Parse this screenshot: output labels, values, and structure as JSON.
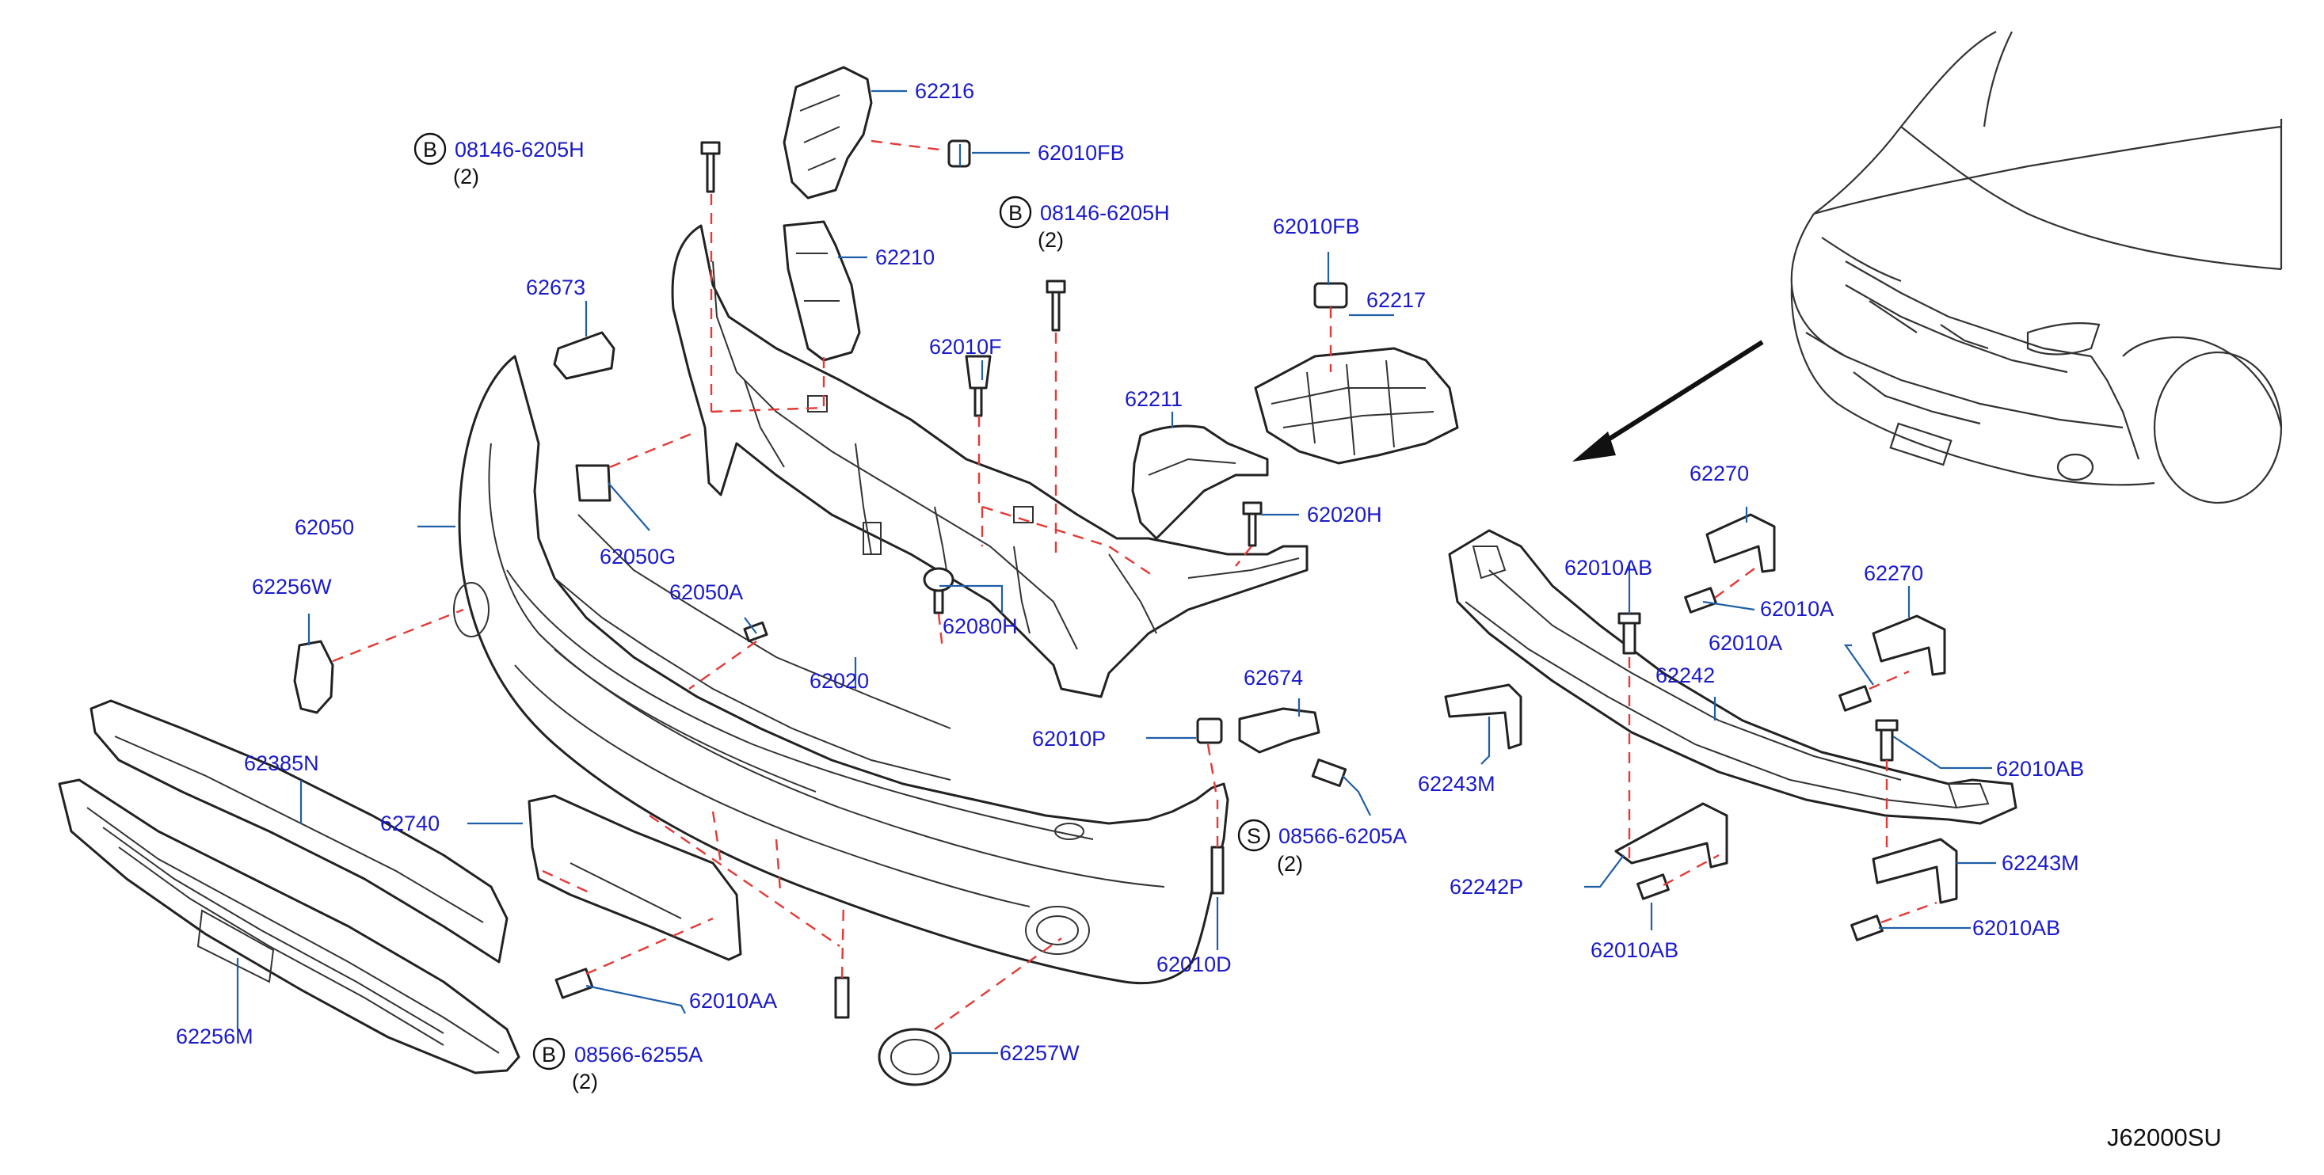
{
  "figure_id": "J62000SU",
  "callouts": [
    {
      "id": "c62216",
      "text": "62216"
    },
    {
      "id": "c62010FB_top",
      "text": "62010FB"
    },
    {
      "id": "c62210",
      "text": "62210"
    },
    {
      "id": "c62673",
      "text": "62673"
    },
    {
      "id": "c62010F",
      "text": "62010F"
    },
    {
      "id": "c62211",
      "text": "62211"
    },
    {
      "id": "c62010FB_right",
      "text": "62010FB"
    },
    {
      "id": "c62217",
      "text": "62217"
    },
    {
      "id": "c62020H",
      "text": "62020H"
    },
    {
      "id": "c62050",
      "text": "62050"
    },
    {
      "id": "c62050G",
      "text": "62050G"
    },
    {
      "id": "c62256W",
      "text": "62256W"
    },
    {
      "id": "c62050A",
      "text": "62050A"
    },
    {
      "id": "c62080H",
      "text": "62080H"
    },
    {
      "id": "c62020",
      "text": "62020"
    },
    {
      "id": "c62674",
      "text": "62674"
    },
    {
      "id": "c62010P",
      "text": "62010P"
    },
    {
      "id": "c62385N",
      "text": "62385N"
    },
    {
      "id": "c62740",
      "text": "62740"
    },
    {
      "id": "c62010D",
      "text": "62010D"
    },
    {
      "id": "c62010AA",
      "text": "62010AA"
    },
    {
      "id": "c62256M",
      "text": "62256M"
    },
    {
      "id": "c62257W",
      "text": "62257W"
    },
    {
      "id": "c62270_a",
      "text": "62270"
    },
    {
      "id": "c62010AB_a",
      "text": "62010AB"
    },
    {
      "id": "c62010A_a",
      "text": "62010A"
    },
    {
      "id": "c62270_b",
      "text": "62270"
    },
    {
      "id": "c62010A_b",
      "text": "62010A"
    },
    {
      "id": "c62242",
      "text": "62242"
    },
    {
      "id": "c62010AB_b",
      "text": "62010AB"
    },
    {
      "id": "c62243M_left",
      "text": "62243M"
    },
    {
      "id": "c62242P",
      "text": "62242P"
    },
    {
      "id": "c62243M_right",
      "text": "62243M"
    },
    {
      "id": "c62010AB_c",
      "text": "62010AB"
    },
    {
      "id": "c62010AB_d",
      "text": "62010AB"
    }
  ],
  "std_parts": [
    {
      "id": "sp1",
      "letter": "B",
      "number": "08146-6205H",
      "qty": "(2)"
    },
    {
      "id": "sp2",
      "letter": "B",
      "number": "08146-6205H",
      "qty": "(2)"
    },
    {
      "id": "sp3",
      "letter": "S",
      "number": "08566-6205A",
      "qty": "(2)"
    },
    {
      "id": "sp4",
      "letter": "B",
      "number": "08566-6255A",
      "qty": "(2)"
    }
  ],
  "colors": {
    "callout": "#1a1acc",
    "leader": "#1f5fa8",
    "dash": "#e53935",
    "line": "#222222"
  }
}
